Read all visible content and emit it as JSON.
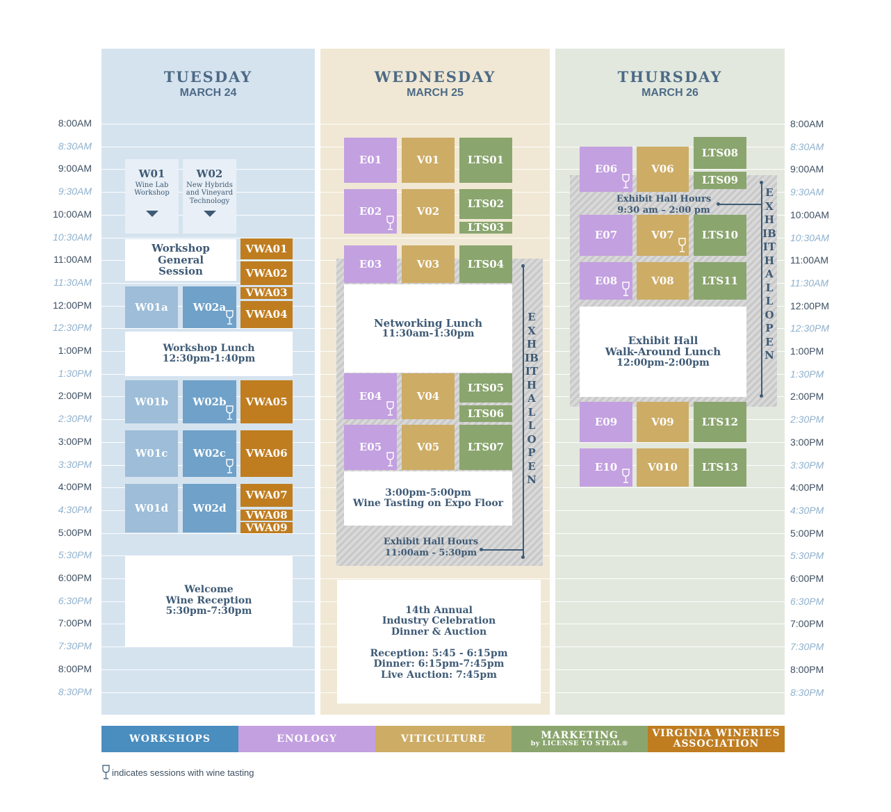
{
  "days": [
    {
      "name": "TUESDAY",
      "date": "MARCH 24"
    },
    {
      "name": "WEDNESDAY",
      "date": "MARCH 25"
    },
    {
      "name": "THURSDAY",
      "date": "MARCH 26"
    }
  ],
  "times": [
    "8:00AM",
    "8:30AM",
    "9:00AM",
    "9:30AM",
    "10:00AM",
    "10:30AM",
    "11:00AM",
    "11:30AM",
    "12:00PM",
    "12:30PM",
    "1:00PM",
    "1:30PM",
    "2:00PM",
    "2:30PM",
    "3:00PM",
    "3:30PM",
    "4:00PM",
    "4:30PM",
    "5:00PM",
    "5:30PM",
    "6:00PM",
    "6:30PM",
    "7:00PM",
    "7:30PM",
    "8:00PM",
    "8:30PM"
  ],
  "tuesday": {
    "w01": {
      "code": "W01",
      "sub": "Wine Lab Workshop"
    },
    "w02": {
      "code": "W02",
      "sub": "New Hybrids and Vineyard Technology"
    },
    "general_session": "Workshop General Session",
    "lunch_title": "Workshop Lunch",
    "lunch_time": "12:30pm-1:40pm",
    "reception_title1": "Welcome",
    "reception_title2": "Wine Reception",
    "reception_time": "5:30pm-7:30pm",
    "w01_sessions": [
      "W01a",
      "W01b",
      "W01c",
      "W01d"
    ],
    "w02_sessions": [
      "W02a",
      "W02b",
      "W02c",
      "W02d"
    ],
    "vwa": [
      "VWA01",
      "VWA02",
      "VWA03",
      "VWA04",
      "VWA05",
      "VWA06",
      "VWA07",
      "VWA08",
      "VWA09"
    ]
  },
  "wednesday": {
    "enology": [
      "E01",
      "E02",
      "E03",
      "E04",
      "E05"
    ],
    "viticulture": [
      "V01",
      "V02",
      "V03",
      "V04",
      "V05"
    ],
    "marketing": [
      "LTS01",
      "LTS02",
      "LTS03",
      "LTS04",
      "LTS05",
      "LTS06",
      "LTS07"
    ],
    "lunch_title": "Networking Lunch",
    "lunch_time": "11:30am-1:30pm",
    "tasting_time": "3:00pm-5:00pm",
    "tasting_title": "Wine Tasting on Expo Floor",
    "hall_hours_title": "Exhibit Hall Hours",
    "hall_hours_time": "11:00am - 5:30pm",
    "hall_open": "EXHIBIT HALL OPEN",
    "dinner_line1": "14th Annual",
    "dinner_line2": "Industry Celebration",
    "dinner_line3": "Dinner & Auction",
    "dinner_reception": "Reception: 5:45 - 6:15pm",
    "dinner_dinner": "Dinner: 6:15pm-7:45pm",
    "dinner_auction": "Live Auction: 7:45pm"
  },
  "thursday": {
    "enology": [
      "E06",
      "E07",
      "E08",
      "E09",
      "E10"
    ],
    "viticulture": [
      "V06",
      "V07",
      "V08",
      "V09",
      "V010"
    ],
    "marketing": [
      "LTS08",
      "LTS09",
      "LTS10",
      "LTS11",
      "LTS12",
      "LTS13"
    ],
    "hall_hours_title": "Exhibit Hall Hours",
    "hall_hours_time": "9:30 am – 2:00 pm",
    "lunch_title1": "Exhibit Hall",
    "lunch_title2": "Walk-Around Lunch",
    "lunch_time": "12:00pm-2:00pm",
    "hall_open": "EXHIBIT HALL OPEN"
  },
  "legend": {
    "workshops": "WORKSHOPS",
    "enology": "ENOLOGY",
    "viticulture": "VITICULTURE",
    "marketing": "MARKETING",
    "marketing_sub": "by LICENSE TO STEAL®",
    "vwa1": "VIRGINIA WINERIES",
    "vwa2": "ASSOCIATION"
  },
  "footnote": "indicates sessions with wine tasting",
  "colors": {
    "workshops": "#4a8dbf",
    "enology": "#c3a0e0",
    "viticulture": "#cdac66",
    "marketing": "#8aa56e",
    "vwa": "#bf7d20",
    "tuesday_bg": "#d5e3ef",
    "wednesday_bg": "#f0e8d4",
    "thursday_bg": "#e2e8de"
  }
}
